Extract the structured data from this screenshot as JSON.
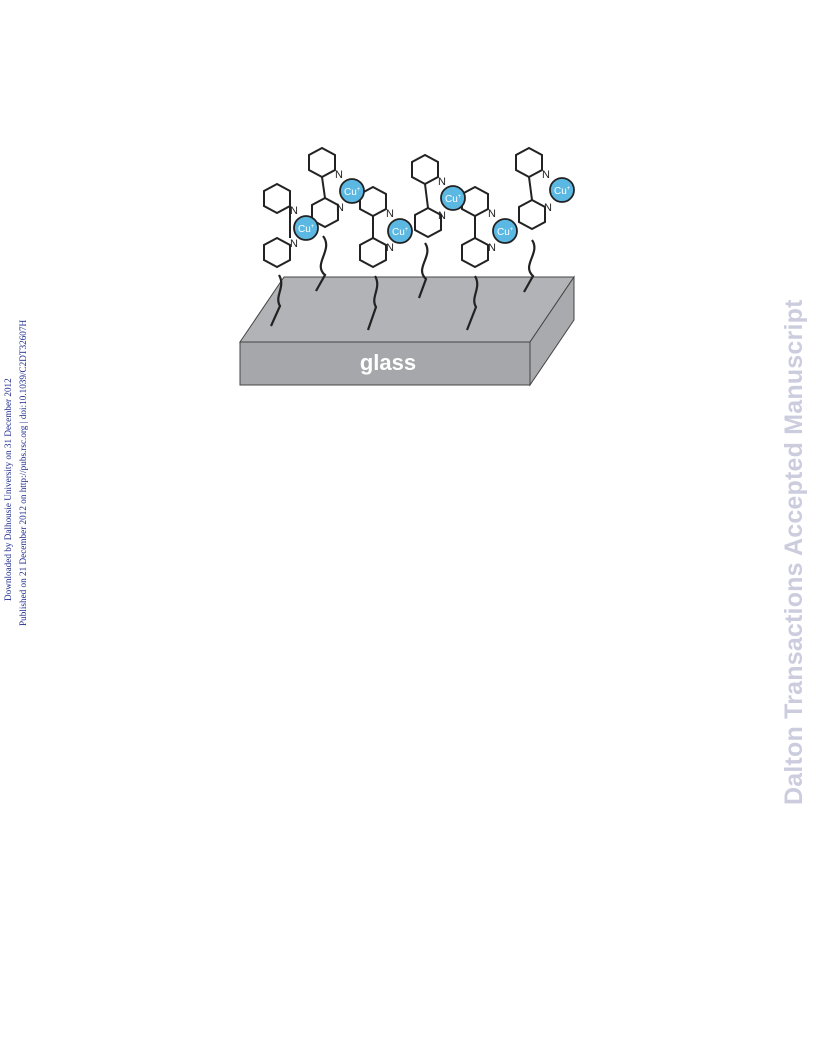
{
  "margin_notes": {
    "downloaded": "Downloaded by Dalhousie University on 31 December 2012",
    "published": "Published on 21 December 2012 on http://pubs.rsc.org | doi:10.1039/C2DT32607H"
  },
  "watermark": {
    "text": "Dalton Transactions Accepted Manuscript",
    "color": "#ccccdf"
  },
  "figure": {
    "substrate_label": "glass",
    "nitrogen_label": "N",
    "copper_label": "Cu",
    "copper_superscript": "+",
    "colors": {
      "glass_top": "#b2b3b6",
      "glass_side": "#a6a7aa",
      "copper": "#5bb8e2",
      "bond": "#222222"
    }
  }
}
